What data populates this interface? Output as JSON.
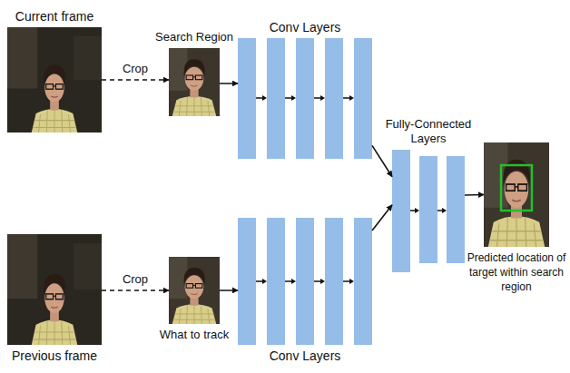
{
  "diagram": {
    "nodes": [
      {
        "text": [
          "Current frame"
        ]
      },
      {
        "text": [
          "Search Region"
        ]
      },
      {
        "text": [
          "Conv Layers"
        ]
      },
      {
        "text": [
          "Fully-Connected Layers"
        ]
      },
      {
        "text": [
          "Predicted location of target within search region"
        ]
      },
      {
        "text": [
          "Previous frame"
        ]
      },
      {
        "text": [
          "What to track"
        ]
      },
      {
        "text": [
          "Conv Layers"
        ]
      }
    ],
    "edges": [
      {
        "from": 0,
        "to": 1,
        "label": "Crop",
        "arrow": "to"
      },
      {
        "from": 1,
        "to": 2,
        "arrow": "to"
      },
      {
        "from": 2,
        "to": 3,
        "arrow": "to"
      },
      {
        "from": 3,
        "to": 4,
        "arrow": "to"
      },
      {
        "from": 5,
        "to": 6,
        "label": "Crop",
        "arrow": "to"
      },
      {
        "from": 6,
        "to": 7,
        "arrow": "to"
      },
      {
        "from": 7,
        "to": 3,
        "arrow": "to"
      }
    ]
  }
}
